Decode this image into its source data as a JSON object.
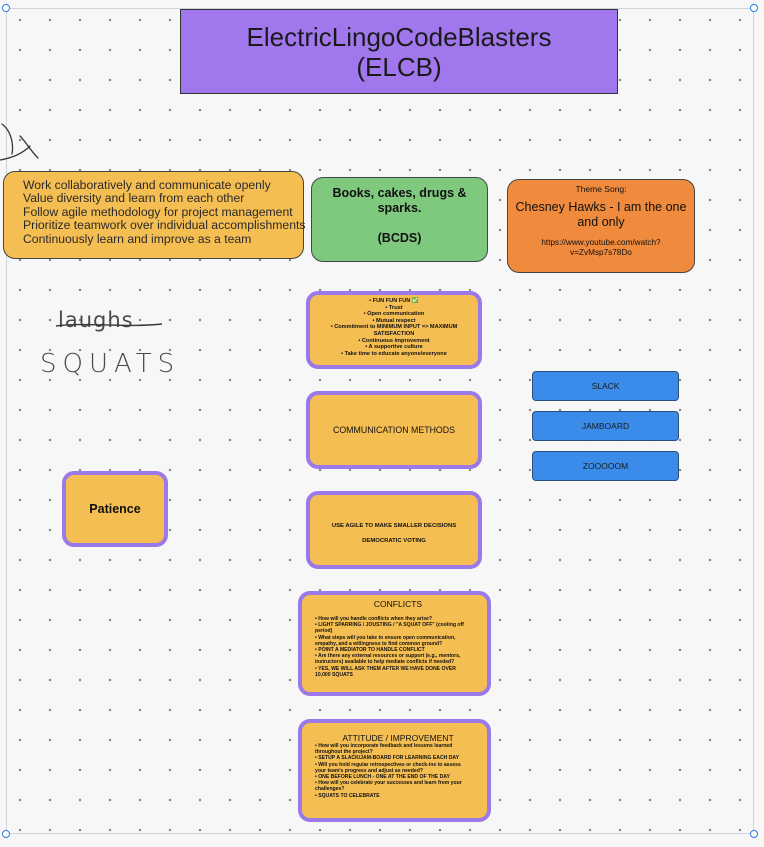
{
  "title": {
    "line1": "ElectricLingoCodeBlasters",
    "line2": "(ELCB)"
  },
  "values": [
    "Work collaboratively and communicate openly",
    "Value diversity and learn from each other",
    "Follow agile methodology for project management",
    "Prioritize teamwork over individual accomplishments",
    "Continuously learn and improve as a team"
  ],
  "motto": {
    "line1": "Books, cakes, drugs &",
    "line2": "sparks.",
    "abbr": "(BCDS)"
  },
  "theme": {
    "label": "Theme Song:",
    "song": "Chesney Hawks - I am the one and only",
    "link_line1": "https://www.youtube.com/watch?",
    "link_line2": "v=ZvMsp7s78Do"
  },
  "principles": [
    "• FUN FUN FUN ✅",
    "• Trust",
    "• Open communication",
    "• Mutual respect",
    "• Commitment to MINIMUM INPUT => MAXIMUM",
    "SATISFACTION",
    "• Continuous improvement",
    "• A supportive culture",
    "• Take time to educate anyone/everyone"
  ],
  "communication": {
    "title": "COMMUNICATION METHODS"
  },
  "decisions": {
    "line1": "USE AGILE TO MAKE SMALLER DECISIONS",
    "line2": "DEMOCRATIC VOTING"
  },
  "tools": {
    "slack": "SLACK",
    "jamboard": "JAMBOARD",
    "zoom": "ZOOOOOM"
  },
  "patience": "Patience",
  "handwriting": {
    "struck": "laughs",
    "replacement": "SQUATS"
  },
  "conflicts": {
    "title": "CONFLICTS",
    "items": [
      "• How will you handle conflicts when they arise?",
      "• LIGHT SPARRING / JOUSTING / \"A SQUAT OFF\" (cooling off",
      "  period)",
      "• What steps will you take to ensure open communication,",
      "  empathy, and a willingness to find common ground?",
      "• POINT A MEDIATOR TO HANDLE CONFLICT",
      "• Are there any external resources or support (e.g., mentors,",
      "  instructors) available to help mediate conflicts if needed?",
      "• YES, WE WILL ASK THEM AFTER WE HAVE DONE OVER",
      "  10,000 SQUATS"
    ]
  },
  "attitude": {
    "title": "ATTITUDE / IMPROVEMENT",
    "items": [
      "• How will you incorporate feedback and lessons learned",
      "  throughout the project?",
      "• SETUP A SLACK/JAM-BOARD FOR LEARNING EACH DAY",
      "• Will you hold regular retrospectives or check-ins to assess",
      "  your team's progress and adjust as needed?",
      "• ONE BEFORE LUNCH - ONE AT THE END OF THE DAY",
      "• How will you celebrate your successes and learn from your",
      "  challenges?",
      "• SQUATS TO CELEBRATE"
    ]
  },
  "colors": {
    "title_purple": "#a177ee",
    "card_yellow": "#f5be53",
    "card_green": "#7fc97f",
    "card_orange": "#f08a3c",
    "card_border_purple": "#9b79e8",
    "button_blue": "#3b8cea"
  }
}
